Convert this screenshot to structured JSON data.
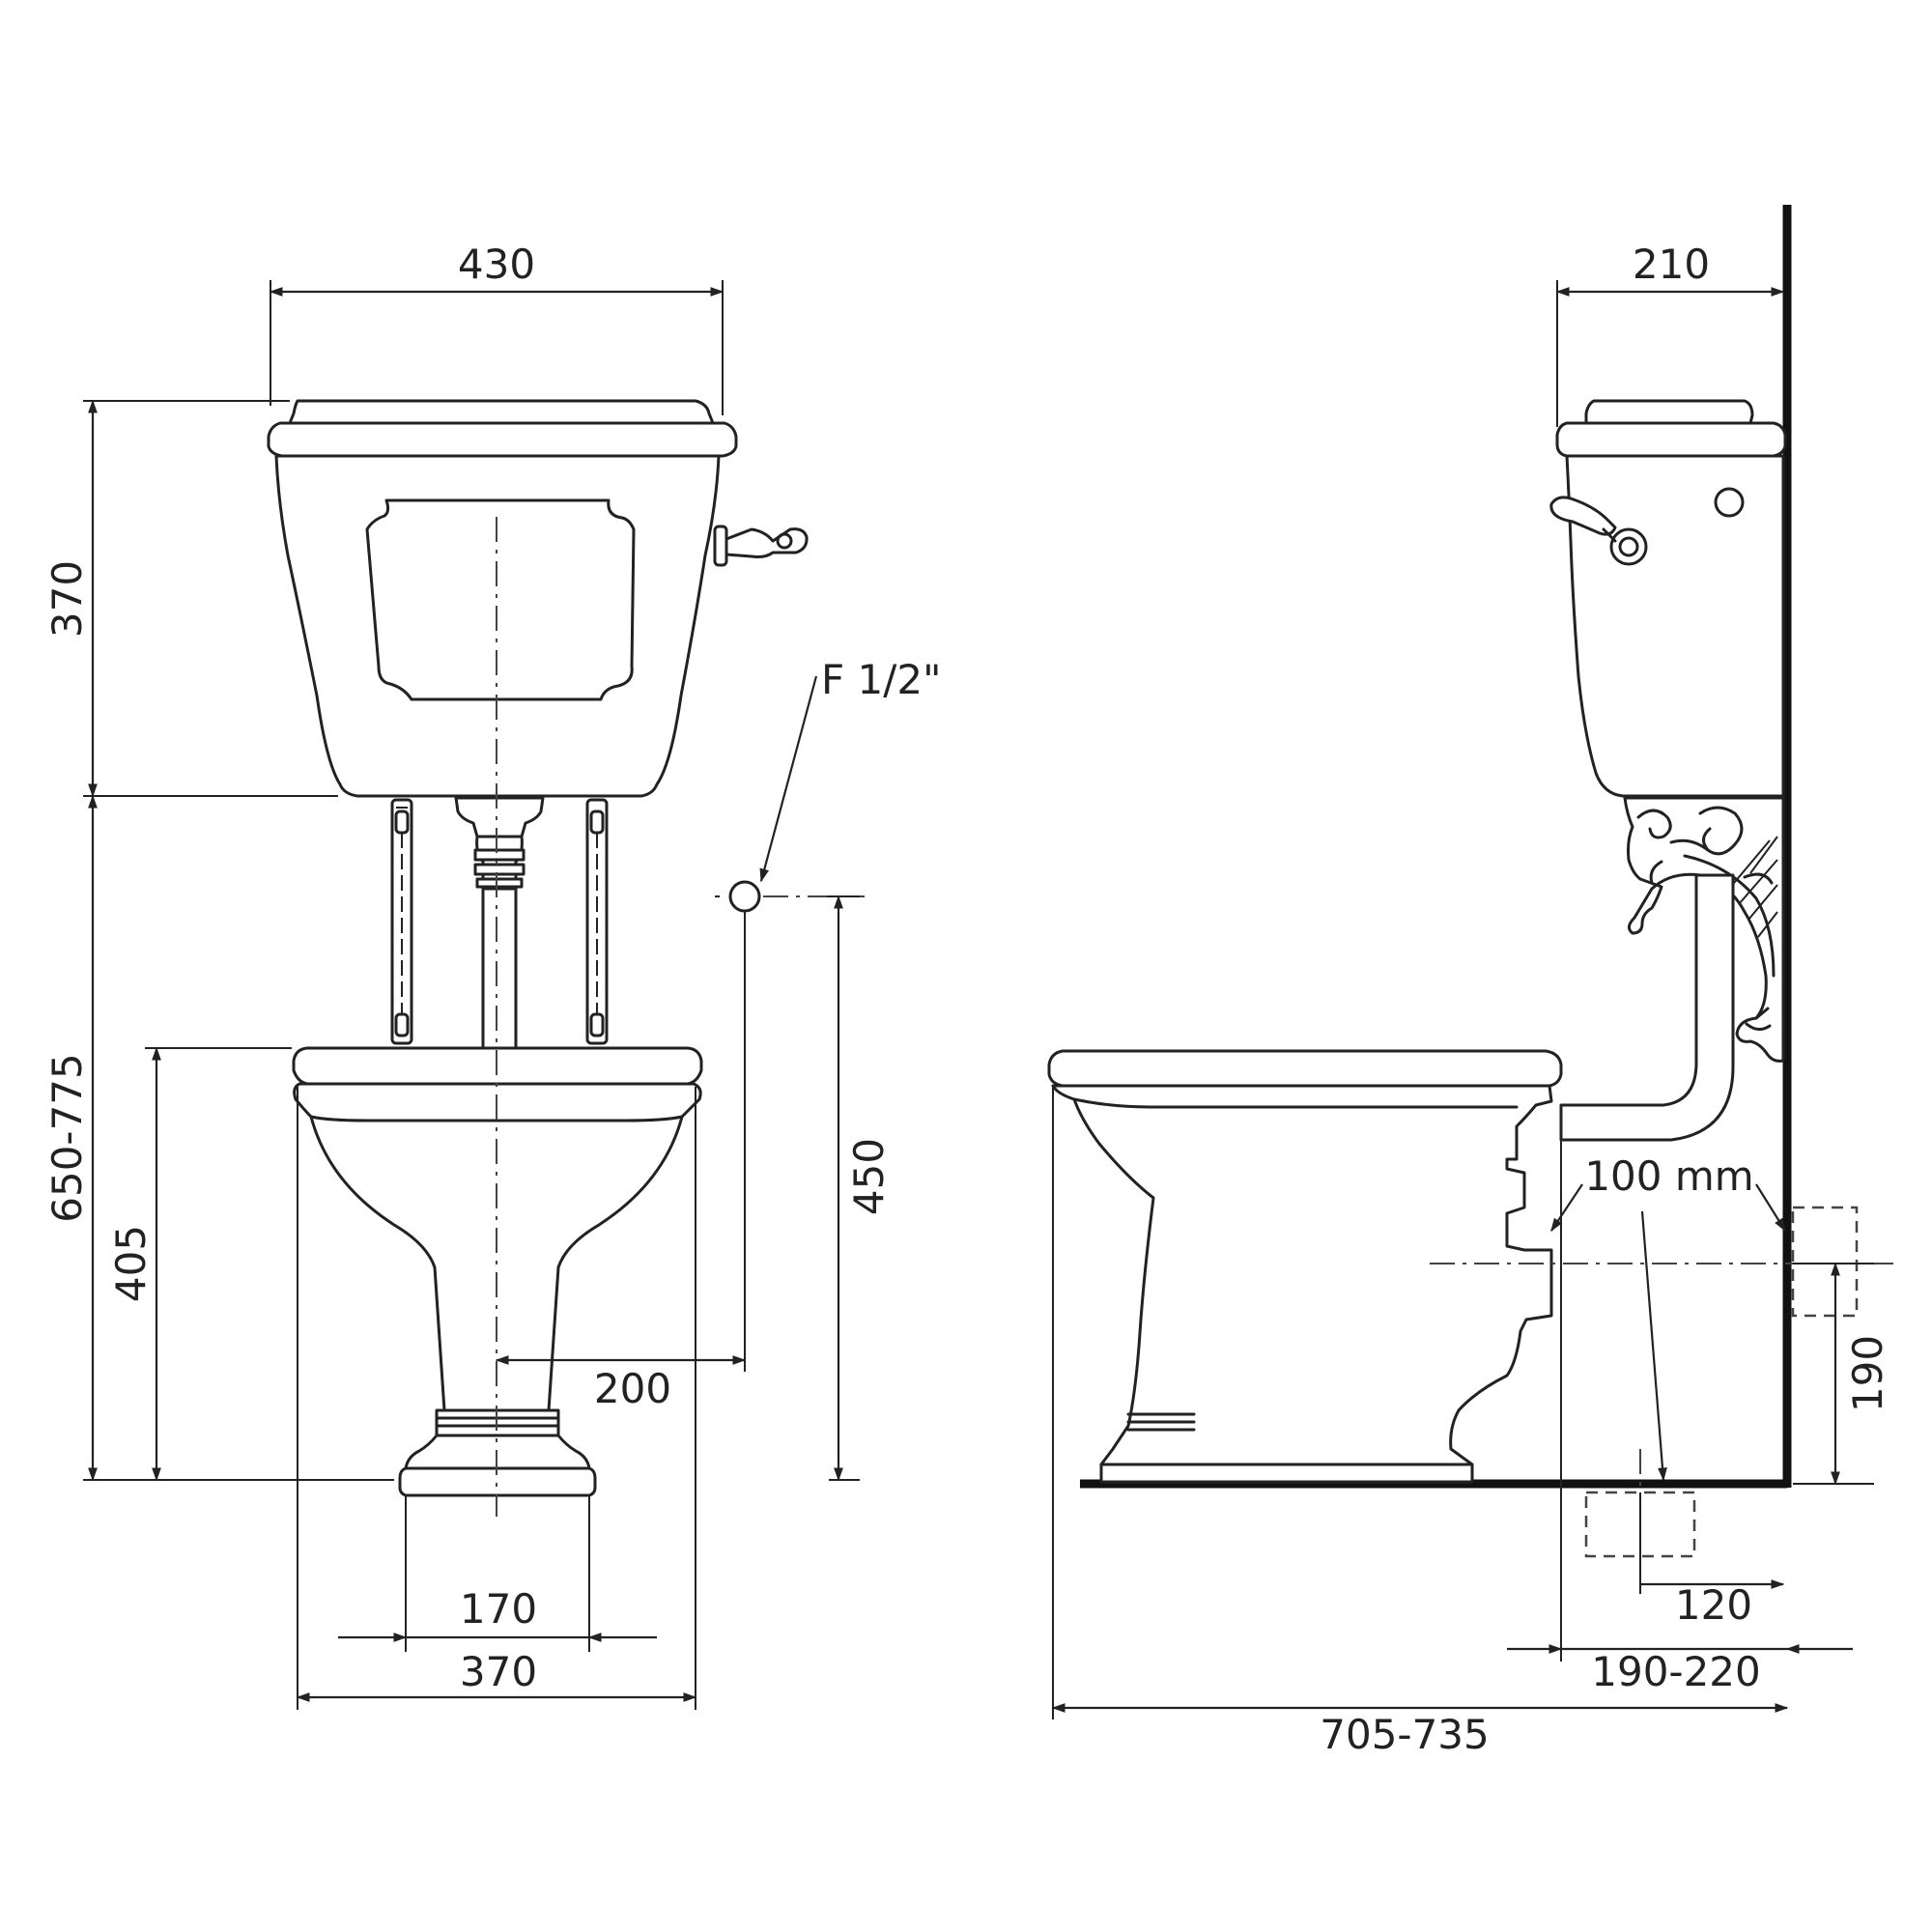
{
  "front_view": {
    "dims": {
      "cistern_width": "430",
      "cistern_height": "370",
      "overall_height": "650-775",
      "bowl_height": "405",
      "pedestal_width": "170",
      "bowl_width": "370",
      "inlet_offset": "200",
      "inlet_height": "450"
    },
    "inlet_label": "F 1/2\""
  },
  "side_view": {
    "dims": {
      "cistern_depth": "210",
      "outlet_diameter": "100 mm",
      "outlet_height": "190",
      "floor_outlet": "120",
      "wall_outlet": "190-220",
      "overall_depth": "705-735"
    }
  }
}
